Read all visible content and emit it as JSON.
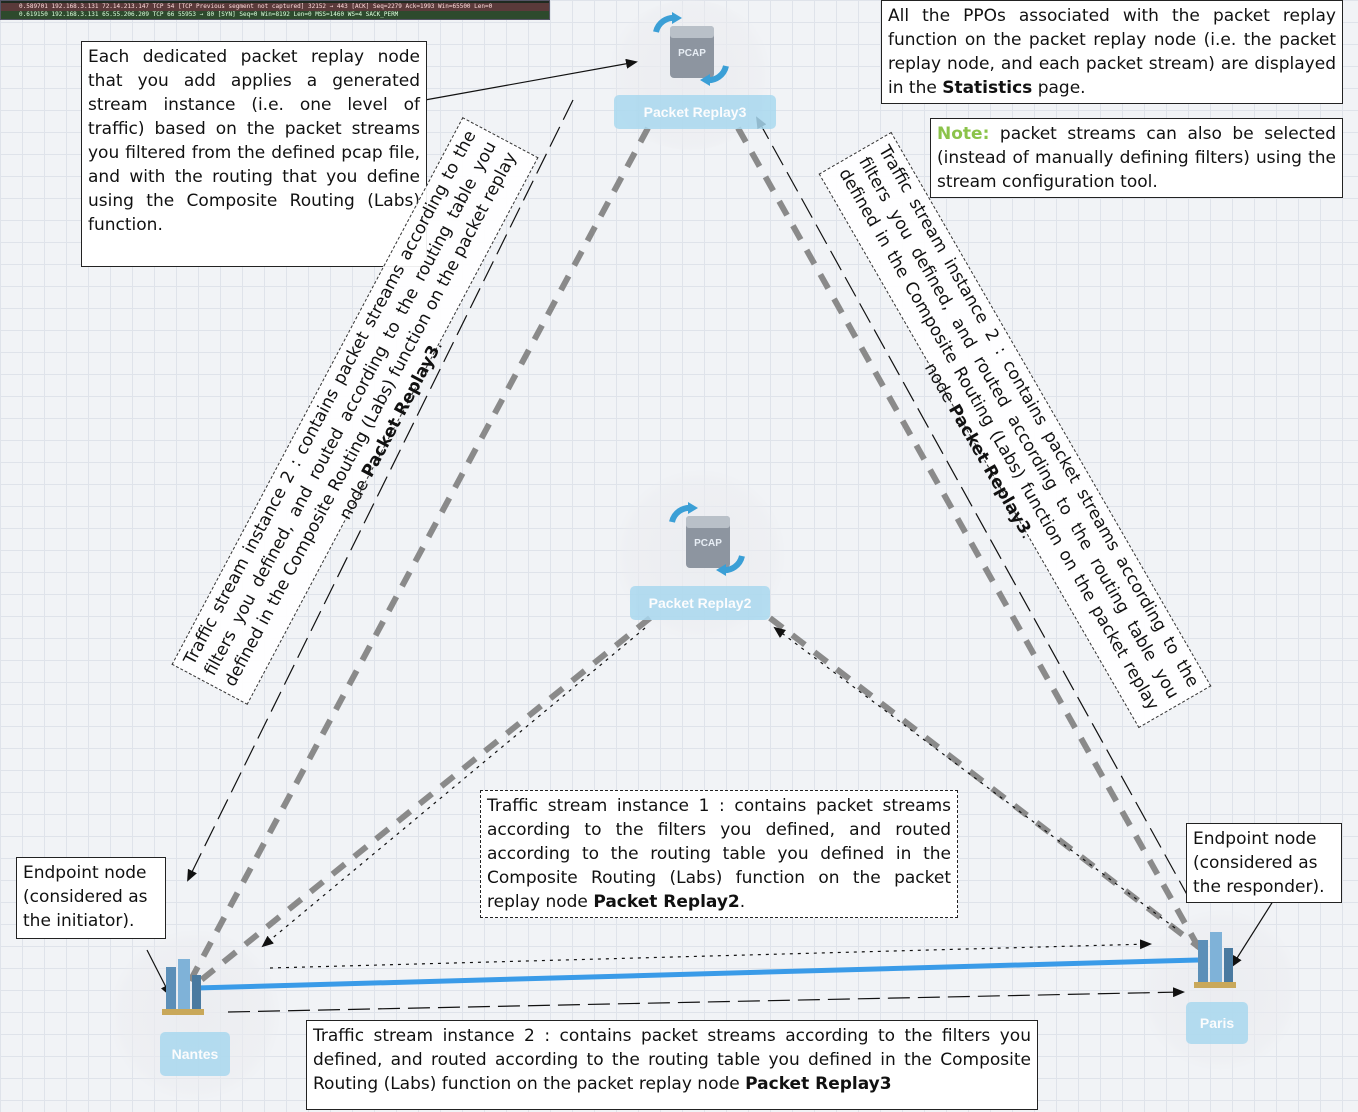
{
  "capture": {
    "row1": "0.589701  192.168.3.131  72.14.213.147  TCP      54 [TCP Previous segment not captured] 32152 → 443 [ACK] Seq=2279 Ack=1993 Win=65500 Len=0",
    "row2": "0.619150  192.168.3.131  65.55.206.209  TCP      66 55953 → 80 [SYN] Seq=0 Win=8192 Len=0 MSS=1460 WS=4 SACK_PERM"
  },
  "nodes": {
    "replay3": "Packet Replay3",
    "replay2": "Packet Replay2",
    "nantes": "Nantes",
    "paris": "Paris",
    "pcap_badge": "PCAP"
  },
  "callouts": {
    "top_left": "Each dedicated packet replay node that you add applies a generated stream instance (i.e. one level of traffic) based on the packet streams you filtered from the defined pcap file, and with the routing that you define using the Composite Routing (Labs) function.",
    "top_right_pre": "All the PPOs associated with the packet replay function on the packet replay node (i.e. the packet replay node, and each packet stream) are displayed in the ",
    "top_right_bold": "Statistics",
    "top_right_post": " page.",
    "note_label": "Note:",
    "note_text": " packet streams can also be selected (instead of manually defining filters) using the stream configuration tool.",
    "initiator": "Endpoint node (considered as the initiator).",
    "responder": "Endpoint node (considered as the responder).",
    "center_pre": "Traffic stream instance 1 : contains packet streams according to the filters you defined, and routed according to the routing table you defined in the Composite Routing (Labs) function on the packet replay node ",
    "center_bold": "Packet Replay2",
    "center_post": ".",
    "left_pre": "Traffic stream instance 2 : contains packet streams according to the filters you defined, and routed according to the routing table you defined in the Composite Routing (Labs) function on the packet replay node ",
    "left_bold": "Packet Replay3",
    "left_post": ".",
    "right_pre": "Traffic stream instance 2 : contains packet streams according to the filters you defined, and routed according to the routing table you defined in the Composite Routing (Labs) function on the packet replay node ",
    "right_bold": "Packet Replay3",
    "right_post": ".",
    "bottom_pre": "Traffic stream instance 2 : contains packet streams according to the filters you defined, and routed according to the routing table you defined in the Composite Routing (Labs) function on the packet replay node ",
    "bottom_bold": "Packet Replay3"
  },
  "colors": {
    "link_blue": "#3a9be8",
    "dash_gray": "#8a8a8a",
    "node_label_bg": "#a9d8ef",
    "note_green": "#8bc34a"
  }
}
